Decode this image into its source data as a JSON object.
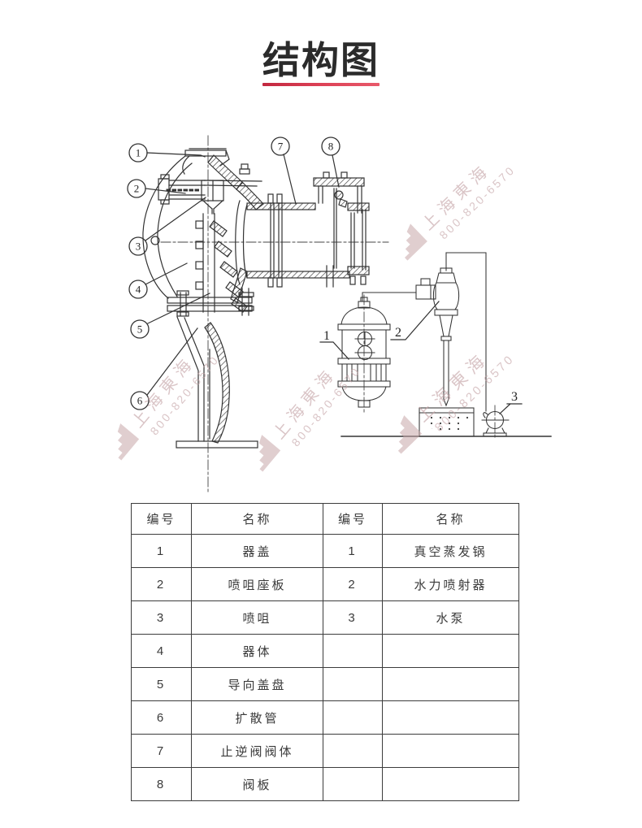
{
  "page": {
    "title": "结构图"
  },
  "watermark": {
    "brand": "上海東海",
    "phone": "800-820-6570"
  },
  "diagram": {
    "callouts": [
      "1",
      "2",
      "3",
      "4",
      "5",
      "6",
      "7",
      "8"
    ],
    "part_labels": [
      "1",
      "2",
      "3"
    ]
  },
  "parts_table": {
    "headers": [
      "编号",
      "名称",
      "编号",
      "名称"
    ],
    "rows": [
      [
        "1",
        "器盖",
        "1",
        "真空蒸发锅"
      ],
      [
        "2",
        "喷咀座板",
        "2",
        "水力喷射器"
      ],
      [
        "3",
        "喷咀",
        "3",
        "水泵"
      ],
      [
        "4",
        "器体",
        "",
        ""
      ],
      [
        "5",
        "导向盖盘",
        "",
        ""
      ],
      [
        "6",
        "扩散管",
        "",
        ""
      ],
      [
        "7",
        "止逆阀阀体",
        "",
        ""
      ],
      [
        "8",
        "阀板",
        "",
        ""
      ]
    ]
  }
}
